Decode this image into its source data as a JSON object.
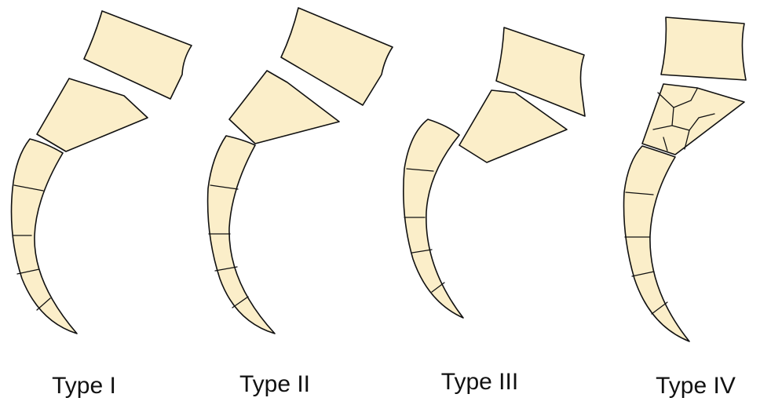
{
  "colors": {
    "bone_fill": "#fbeec9",
    "bone_stroke": "#111111",
    "background": "#ffffff"
  },
  "types": [
    {
      "id": "type-1",
      "label": "Type I"
    },
    {
      "id": "type-2",
      "label": "Type II"
    },
    {
      "id": "type-3",
      "label": "Type III"
    },
    {
      "id": "type-4",
      "label": "Type IV"
    }
  ]
}
